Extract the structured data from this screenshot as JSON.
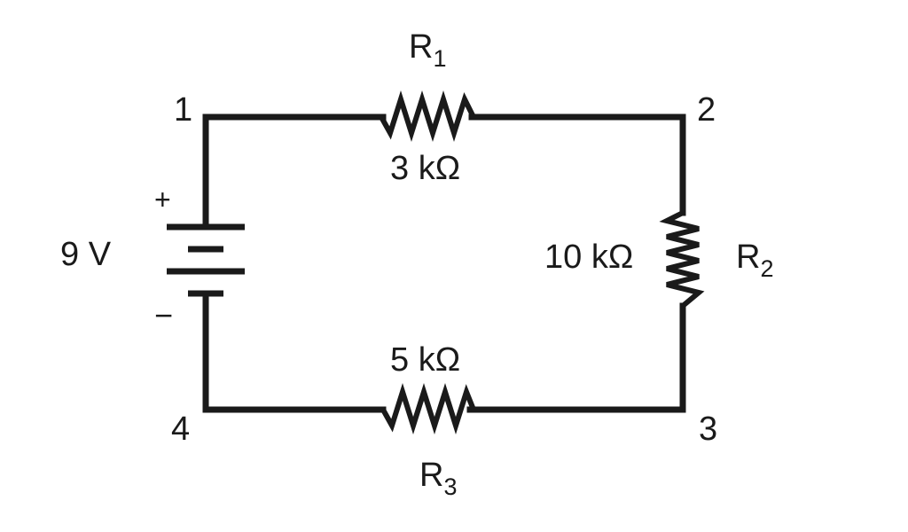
{
  "nodes": [
    {
      "id": "n1",
      "label": "1"
    },
    {
      "id": "n2",
      "label": "2"
    },
    {
      "id": "n3",
      "label": "3"
    },
    {
      "id": "n4",
      "label": "4"
    }
  ],
  "battery": {
    "value": "9 V",
    "plus": "+",
    "minus": "−"
  },
  "resistors": [
    {
      "id": "r1",
      "name_main": "R",
      "name_sub": "1",
      "value": "3 kΩ"
    },
    {
      "id": "r2",
      "name_main": "R",
      "name_sub": "2",
      "value": "10 kΩ"
    },
    {
      "id": "r3",
      "name_main": "R",
      "name_sub": "3",
      "value": "5 kΩ"
    }
  ],
  "colors": {
    "ink": "#1a1a1a",
    "background": "#ffffff"
  }
}
